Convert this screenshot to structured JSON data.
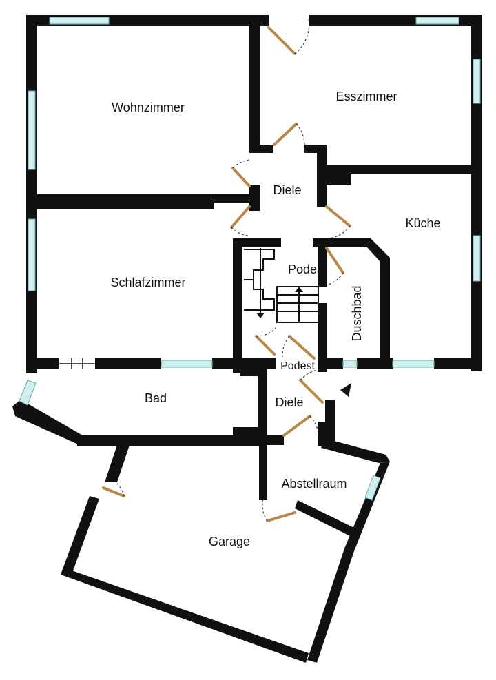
{
  "rooms": {
    "wohnzimmer": "Wohnzimmer",
    "esszimmer": "Esszimmer",
    "diele_upper": "Diele",
    "kueche": "Küche",
    "schlafzimmer": "Schlafzimmer",
    "podest_upper": "Podest",
    "duschbad": "Duschbad",
    "podest_lower": "Podest",
    "bad": "Bad",
    "diele_lower": "Diele",
    "abstellraum": "Abstellraum",
    "garage": "Garage"
  },
  "icons": {
    "entrance": "entrance-arrow-icon",
    "stairs": "stairs-arrow-icon"
  },
  "colors": {
    "wall": "#111111",
    "window_glass": "#cfeef0",
    "door": "#b9874a"
  }
}
